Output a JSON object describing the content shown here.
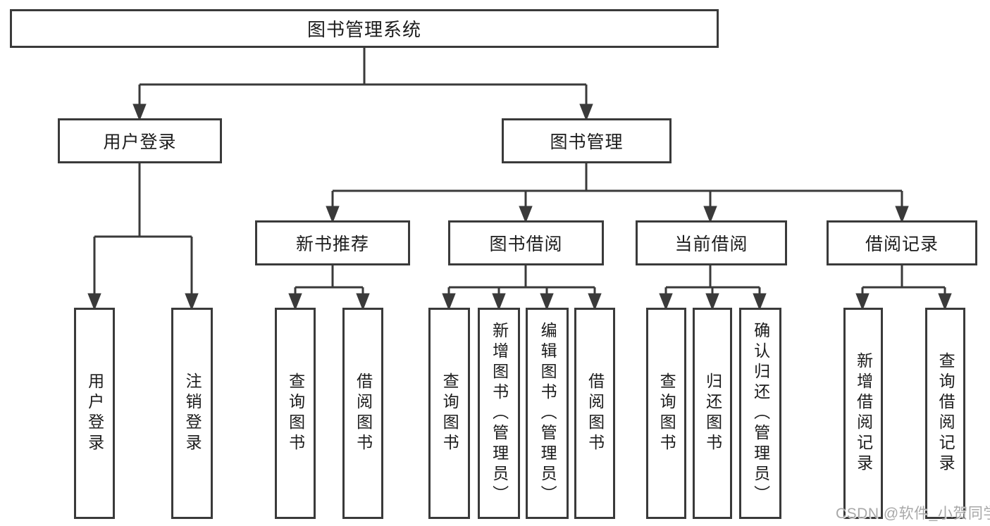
{
  "diagram": {
    "tree": {
      "label": "图书管理系统",
      "children": [
        {
          "label": "用户登录",
          "children": [
            {
              "label": "用户登录"
            },
            {
              "label": "注销登录"
            }
          ]
        },
        {
          "label": "图书管理",
          "children": [
            {
              "label": "新书推荐",
              "children": [
                {
                  "label": "查询图书"
                },
                {
                  "label": "借阅图书"
                }
              ]
            },
            {
              "label": "图书借阅",
              "children": [
                {
                  "label": "查询图书"
                },
                {
                  "label": "新增图书（管理员）"
                },
                {
                  "label": "编辑图书（管理员）"
                },
                {
                  "label": "借阅图书"
                }
              ]
            },
            {
              "label": "当前借阅",
              "children": [
                {
                  "label": "查询图书"
                },
                {
                  "label": "归还图书"
                },
                {
                  "label": "确认归还（管理员）"
                }
              ]
            },
            {
              "label": "借阅记录",
              "children": [
                {
                  "label": "新增借阅记录"
                },
                {
                  "label": "查询借阅记录"
                }
              ]
            }
          ]
        }
      ]
    },
    "watermark": "CSDN @软件_小贺同学",
    "colors": {
      "line": "#3a3a3a",
      "text": "#1c1c1c",
      "background": "#ffffff",
      "watermark": "#a8a8a8"
    }
  }
}
